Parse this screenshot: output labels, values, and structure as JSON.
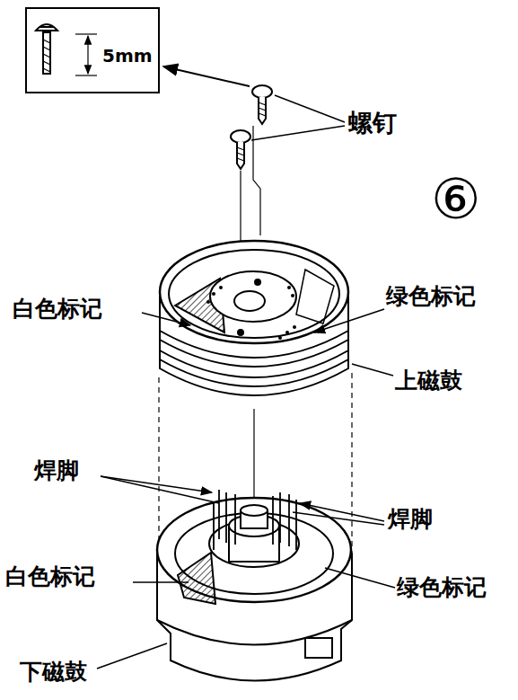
{
  "diagram": {
    "nodes": [
      {
        "text": [
          "5mm"
        ]
      }
    ],
    "labels": [
      "螺钉",
      "⑥",
      "白色标记",
      "绿色标记",
      "上磁鼓",
      "焊脚",
      "焊脚",
      "白色标记",
      "绿色标记",
      "下磁鼓"
    ]
  }
}
